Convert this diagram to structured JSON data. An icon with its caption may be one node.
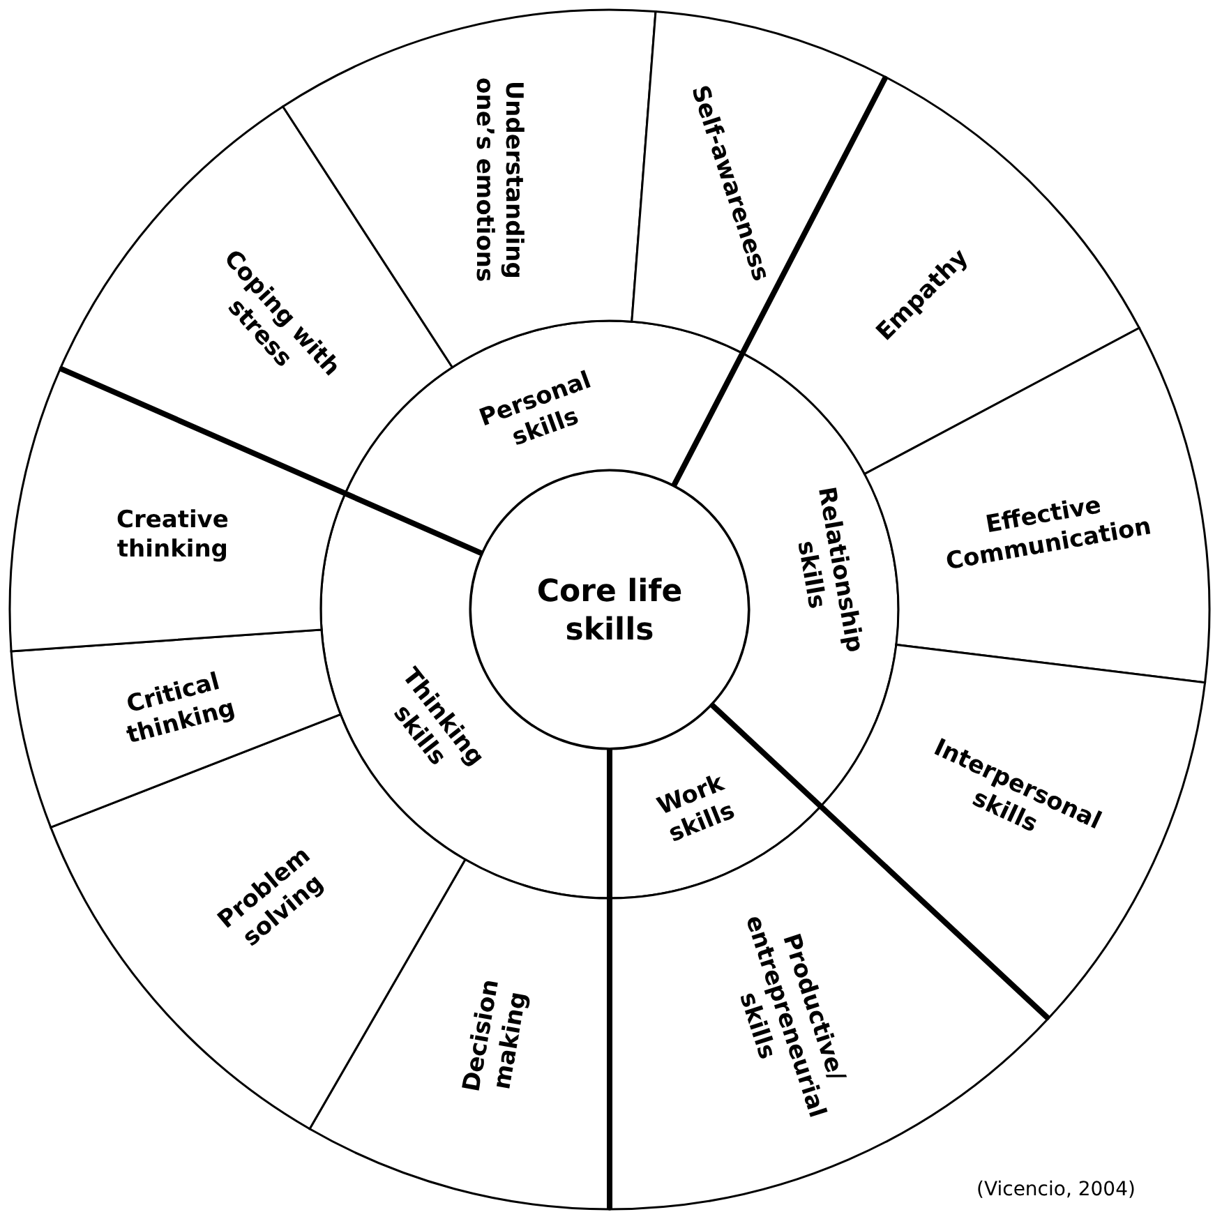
{
  "diagram": {
    "caption": "(Vicencio, 2004)",
    "nodes": [
      {
        "text": [
          "Core life skills"
        ]
      },
      {
        "text": [
          "Personal skills"
        ]
      },
      {
        "text": [
          "Relationship skills"
        ]
      },
      {
        "text": [
          "Work skills"
        ]
      },
      {
        "text": [
          "Thinking skills"
        ]
      },
      {
        "text": [
          "Coping with stress"
        ]
      },
      {
        "text": [
          "Understanding one’s emotions"
        ]
      },
      {
        "text": [
          "Self-awareness"
        ]
      },
      {
        "text": [
          "Empathy"
        ]
      },
      {
        "text": [
          "Effective Communication"
        ]
      },
      {
        "text": [
          "Interpersonal skills"
        ]
      },
      {
        "text": [
          "Productive/ entrepreneurial skills"
        ]
      },
      {
        "text": [
          "Decision making"
        ]
      },
      {
        "text": [
          "Problem solving"
        ]
      },
      {
        "text": [
          "Critical thinking"
        ]
      },
      {
        "text": [
          "Creative thinking"
        ]
      }
    ],
    "edges": []
  }
}
